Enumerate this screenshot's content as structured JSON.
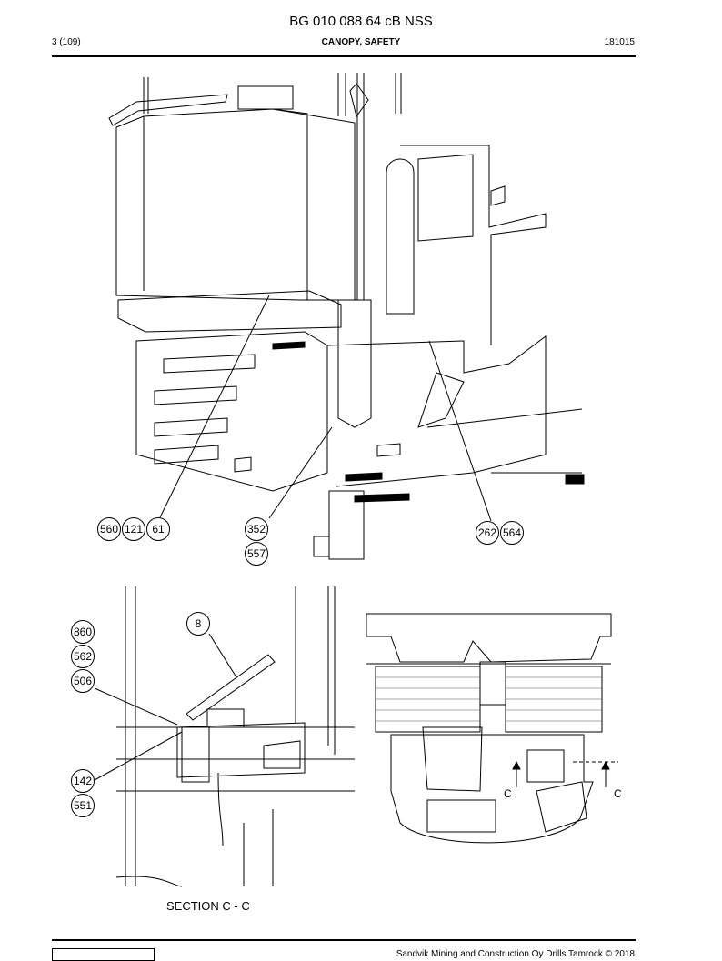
{
  "header": {
    "title": "BG 010 088 64 cB NSS",
    "page": "3 (109)",
    "section": "CANOPY, SAFETY",
    "date": "181015"
  },
  "callouts": {
    "c560": "560",
    "c121": "121",
    "c61": "61",
    "c352": "352",
    "c557": "557",
    "c262": "262",
    "c564": "564",
    "c8": "8",
    "c860": "860",
    "c562": "562",
    "c506": "506",
    "c142": "142",
    "c551": "551"
  },
  "section_marks": {
    "left": "C",
    "right": "C"
  },
  "section_label": "SECTION C - C",
  "footer": {
    "copyright": "Sandvik Mining and Construction Oy Drills Tamrock © 2018"
  }
}
